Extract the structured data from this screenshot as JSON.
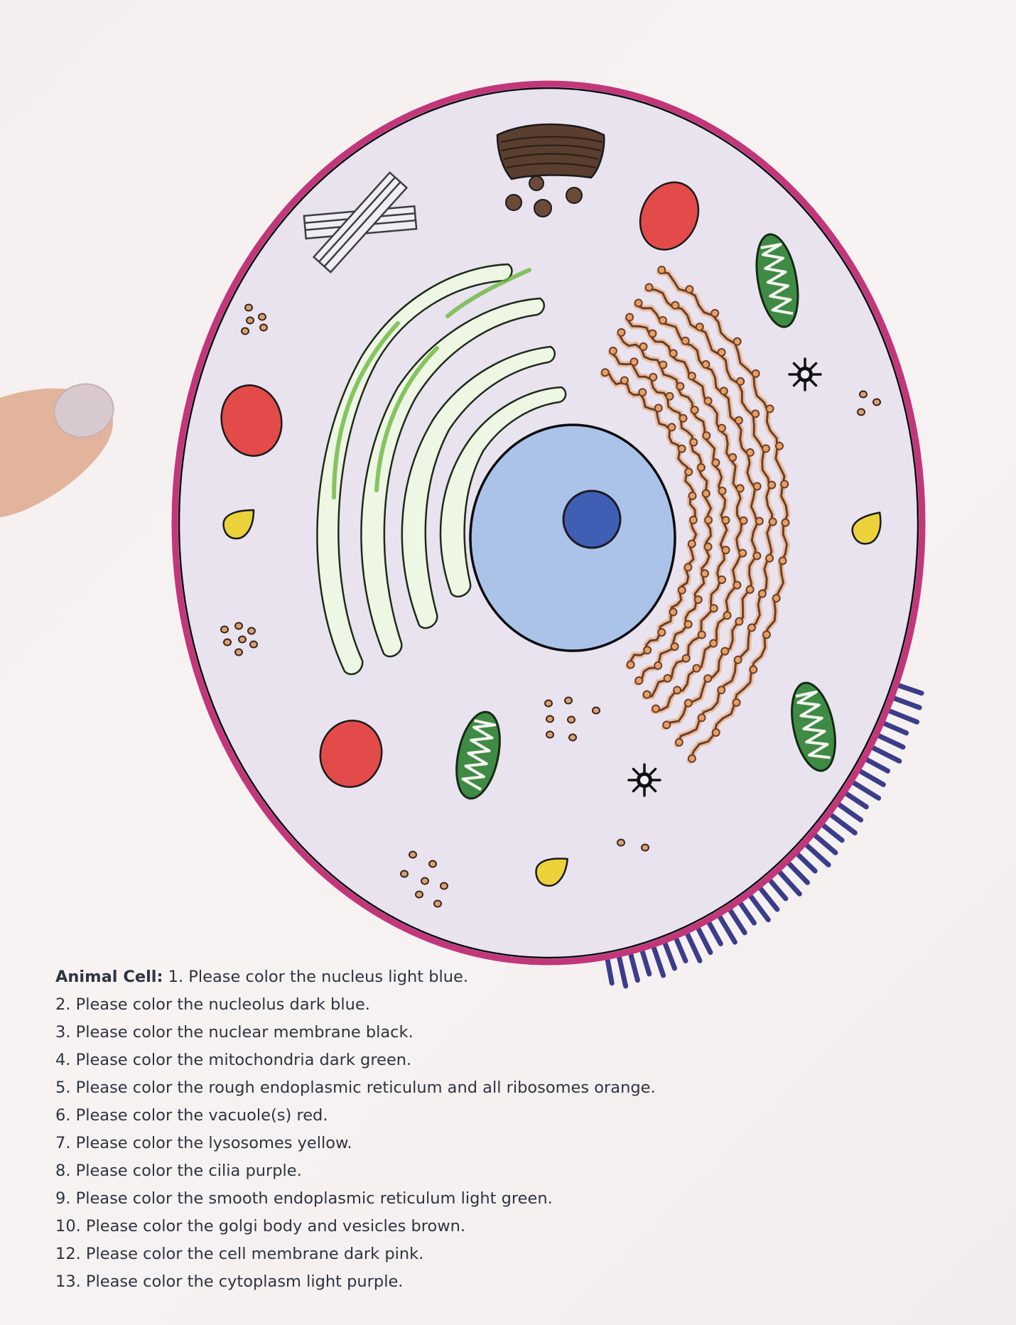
{
  "worksheet": {
    "title": "Animal Cell:",
    "items": [
      "1. Please color the nucleus light blue.",
      "2. Please color the nucleolus dark blue.",
      "3. Please color the nuclear membrane black.",
      "4. Please color the mitochondria dark green.",
      "5. Please color the rough endoplasmic reticulum and all ribosomes orange.",
      "6. Please color the vacuole(s) red.",
      "7. Please color the lysosomes yellow.",
      "8. Please color the cilia purple.",
      "9. Please color the smooth endoplasmic reticulum light green.",
      "10. Please color the golgi body and vesicles brown.",
      "12. Please color the cell membrane dark pink.",
      "13. Please color the cytoplasm light purple."
    ]
  },
  "colors": {
    "paper": "#f6f0f0",
    "cytoplasm": "#e6e1ec",
    "cell_membrane": "#c2367a",
    "nucleus": "#a9c1e6",
    "nucleolus": "#3f5fb5",
    "nuclear_membrane": "#1c1c24",
    "mitochondria": "#3f8a45",
    "rough_er": "#6b3f2a",
    "ribosome_tint": "#e9a063",
    "vacuole": "#e34a4a",
    "lysosome": "#ebd23a",
    "cilia": "#3b3d8a",
    "smooth_er": "#6cb640",
    "golgi": "#5a3e30",
    "finger": "#e2b49b"
  },
  "icons": [
    "fingertip",
    "centriole-icon",
    "centrosome-icon"
  ]
}
